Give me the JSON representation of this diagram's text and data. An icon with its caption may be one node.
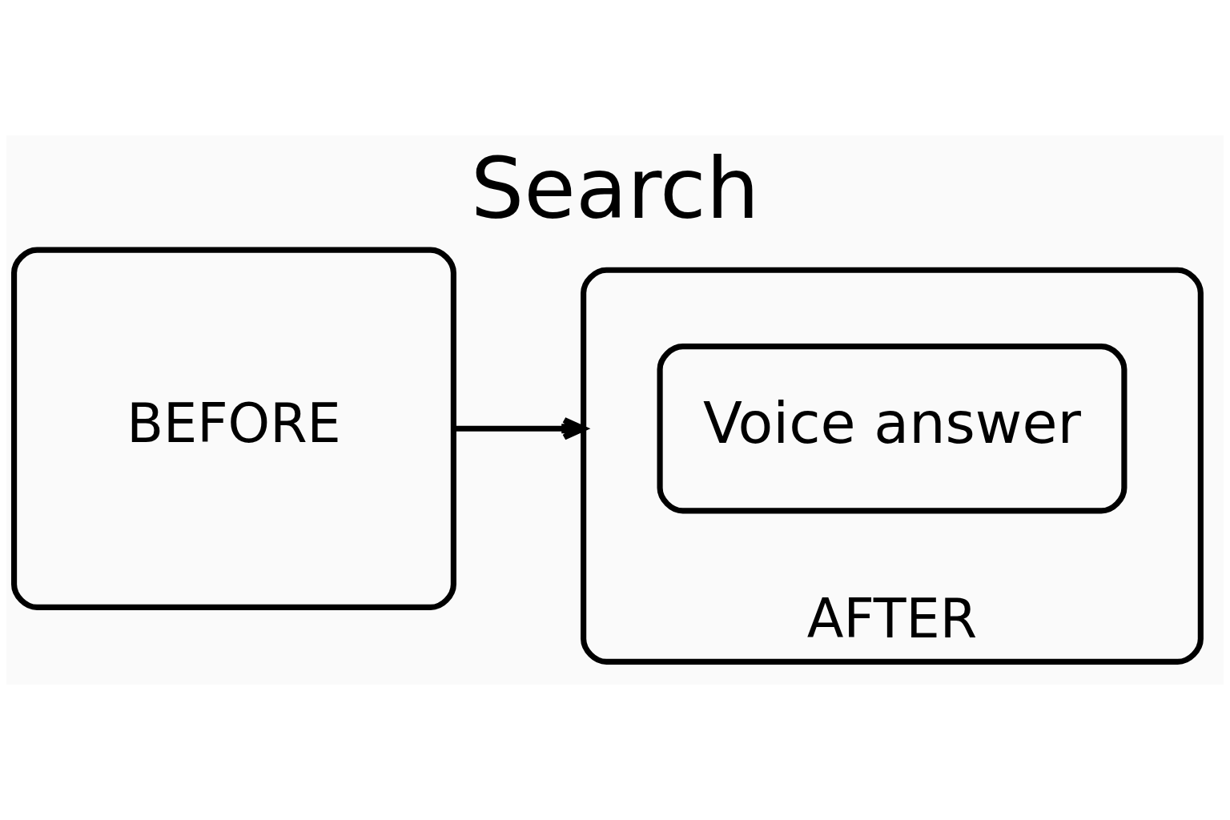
{
  "diagram": {
    "title": "Search",
    "nodes": [
      {
        "text": [
          "BEFORE"
        ]
      },
      {
        "text": [
          "AFTER"
        ]
      },
      {
        "text": [
          "Voice answer"
        ],
        "in": 1
      }
    ],
    "edges": [
      {
        "from": 0,
        "to": 1,
        "arrow": "to"
      }
    ]
  }
}
